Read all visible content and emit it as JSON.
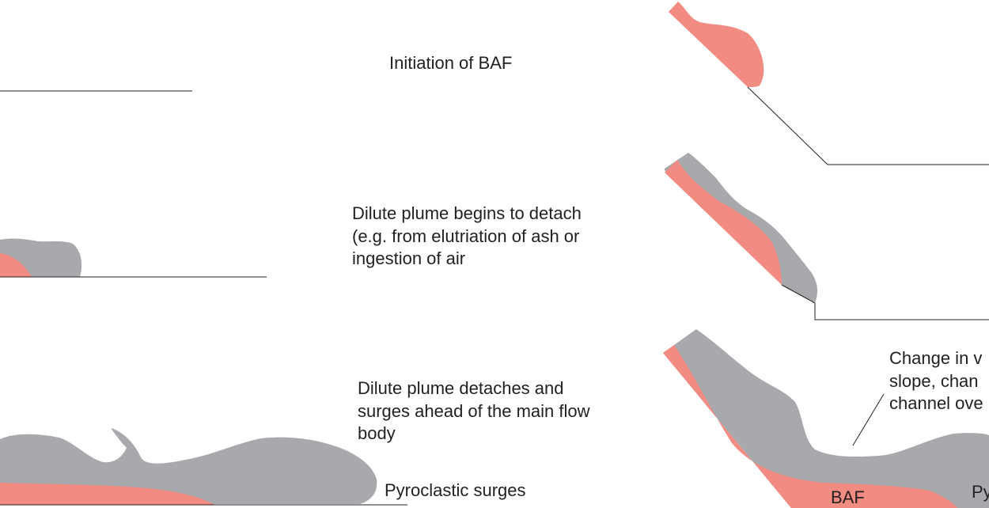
{
  "colors": {
    "baf_body": "#f28b82",
    "dilute_plume": "#a7a9ac",
    "ground_line": "#231f20",
    "text": "#231f20"
  },
  "stages": [
    {
      "caption": "Initiation of BAF"
    },
    {
      "caption": "Dilute plume begins to detach\n(e.g. from elutriation of ash or\ningestion of air"
    },
    {
      "caption": "Dilute plume detaches and\nsurges ahead of the main flow\nbody"
    }
  ],
  "labels": {
    "pyroclastic_surges": "Pyroclastic surges",
    "change_note": "Change in v\nslope, chan\nchannel ove",
    "baf": "BAF",
    "py_partial": "Py"
  }
}
